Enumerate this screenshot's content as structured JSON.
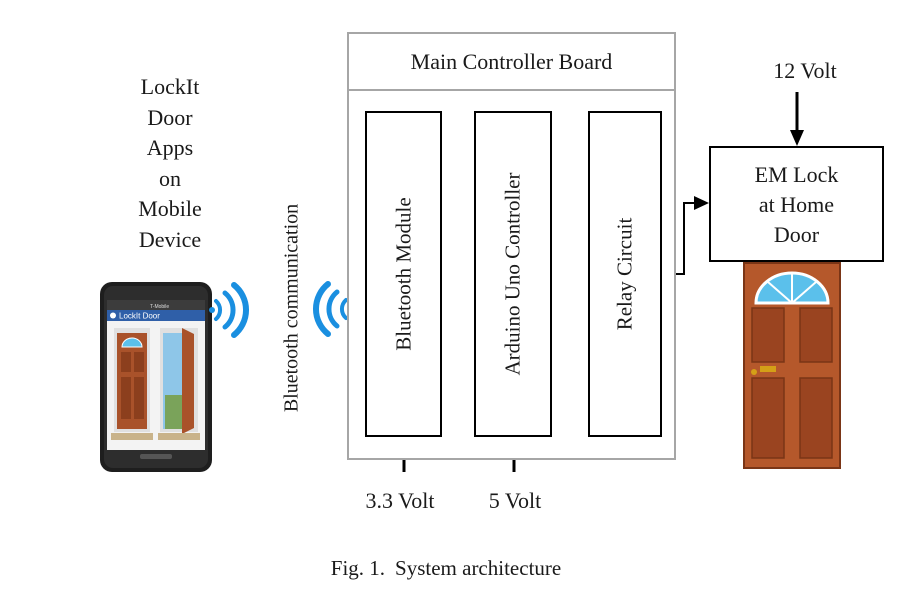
{
  "mobile_label": {
    "lines": [
      "LockIt",
      "Door",
      "Apps",
      "on",
      "Mobile",
      "Device"
    ]
  },
  "phone": {
    "carrier": "T-Mobile",
    "app_title": "LockIt Door"
  },
  "bluetooth_label": "Bluetooth communication",
  "main_board": {
    "title": "Main Controller Board",
    "modules": [
      "Bluetooth Module",
      "Arduino Uno Controller",
      "Relay Circuit"
    ]
  },
  "em_lock": {
    "lines": [
      "EM Lock",
      "at Home",
      "Door"
    ]
  },
  "voltages": {
    "top": "12 Volt",
    "bluetooth": "3.3 Volt",
    "arduino": "5 Volt"
  },
  "caption": {
    "number": "Fig. 1.",
    "text": "System architecture"
  },
  "colors": {
    "wifi": "#1a8fe0",
    "door": "#b5582b",
    "frame": "#ffffff",
    "box_border": "#a6a6a6"
  },
  "icons": [
    "wireless-signal-icon",
    "wireless-signal-icon",
    "phone-image",
    "door-image"
  ]
}
